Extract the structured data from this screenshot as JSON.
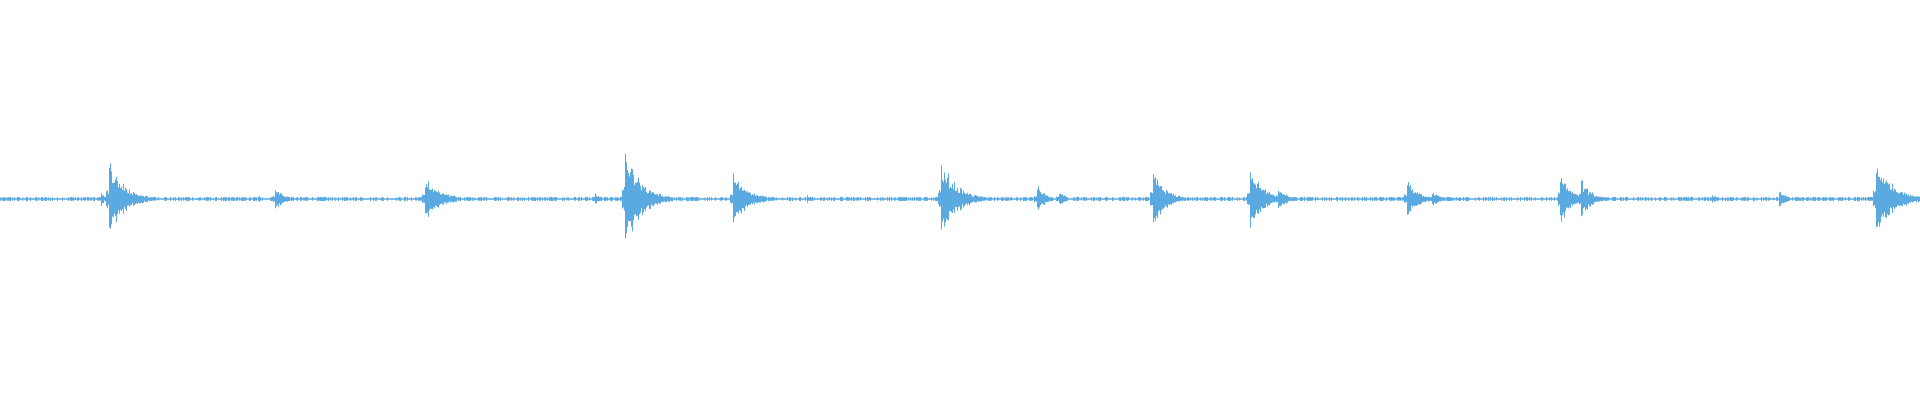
{
  "waveform": {
    "color": "#5aa9e0",
    "background": "#ffffff",
    "peaks": [
      {
        "time": 0.0565,
        "amplitude": 0.09,
        "decay": 0.008
      },
      {
        "time": 0.0525,
        "amplitude": 0.02,
        "decay": 0.002
      },
      {
        "time": 0.143,
        "amplitude": 0.035,
        "decay": 0.004
      },
      {
        "time": 0.134,
        "amplitude": 0.01,
        "decay": 0.003
      },
      {
        "time": 0.221,
        "amplitude": 0.055,
        "decay": 0.008
      },
      {
        "time": 0.3255,
        "amplitude": 0.12,
        "decay": 0.008
      },
      {
        "time": 0.3095,
        "amplitude": 0.015,
        "decay": 0.003
      },
      {
        "time": 0.3815,
        "amplitude": 0.06,
        "decay": 0.008
      },
      {
        "time": 0.42,
        "amplitude": 0.01,
        "decay": 0.004
      },
      {
        "time": 0.49,
        "amplitude": 0.09,
        "decay": 0.008
      },
      {
        "time": 0.54,
        "amplitude": 0.035,
        "decay": 0.004
      },
      {
        "time": 0.5515,
        "amplitude": 0.02,
        "decay": 0.003
      },
      {
        "time": 0.6005,
        "amplitude": 0.07,
        "decay": 0.006
      },
      {
        "time": 0.651,
        "amplitude": 0.085,
        "decay": 0.006
      },
      {
        "time": 0.6655,
        "amplitude": 0.03,
        "decay": 0.004
      },
      {
        "time": 0.7325,
        "amplitude": 0.045,
        "decay": 0.006
      },
      {
        "time": 0.7455,
        "amplitude": 0.02,
        "decay": 0.004
      },
      {
        "time": 0.8125,
        "amplitude": 0.07,
        "decay": 0.005
      },
      {
        "time": 0.823,
        "amplitude": 0.05,
        "decay": 0.005
      },
      {
        "time": 0.8915,
        "amplitude": 0.01,
        "decay": 0.004
      },
      {
        "time": 0.9265,
        "amplitude": 0.02,
        "decay": 0.004
      },
      {
        "time": 0.977,
        "amplitude": 0.09,
        "decay": 0.009
      }
    ]
  }
}
